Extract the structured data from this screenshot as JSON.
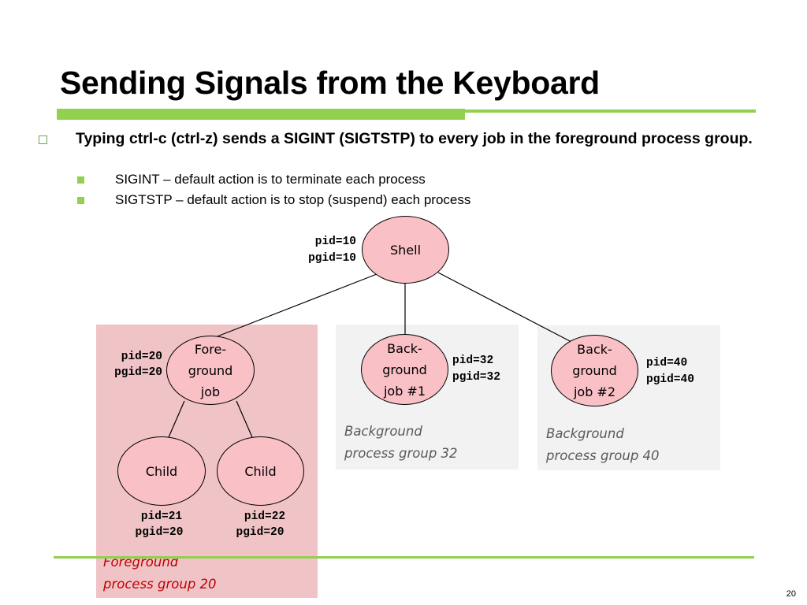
{
  "slide": {
    "title": "Sending Signals from the Keyboard",
    "page_number": "20"
  },
  "bullets": {
    "main": "Typing ctrl-c (ctrl-z) sends a SIGINT (SIGTSTP) to every job in the foreground process group.",
    "sub": [
      "SIGINT – default action is to terminate each process",
      "SIGTSTP – default action is to stop (suspend) each process"
    ]
  },
  "diagram": {
    "shell": {
      "label": "Shell",
      "pid": "pid=10",
      "pgid": "pgid=10"
    },
    "foreground_job": {
      "label": "Fore-\nground\njob",
      "pid": "pid=20",
      "pgid": "pgid=20"
    },
    "background_job_1": {
      "label": "Back-\nground\njob #1",
      "pid": "pid=32",
      "pgid": "pgid=32"
    },
    "background_job_2": {
      "label": "Back-\nground\njob #2",
      "pid": "pid=40",
      "pgid": "pgid=40"
    },
    "child_1": {
      "label": "Child",
      "pid": "pid=21",
      "pgid": "pgid=20"
    },
    "child_2": {
      "label": "Child",
      "pid": "pid=22",
      "pgid": "pgid=20"
    },
    "groups": {
      "foreground": "Foreground\nprocess group 20",
      "background_32": "Background\nprocess group 32",
      "background_40": "Background\nprocess group 40"
    }
  },
  "colors": {
    "accent_green": "#92d050",
    "node_fill": "#f9c0c6",
    "foreground_panel": "#f0c4c7",
    "background_panel": "#f2f2f2",
    "foreground_label": "#c00000",
    "background_label": "#595959"
  }
}
